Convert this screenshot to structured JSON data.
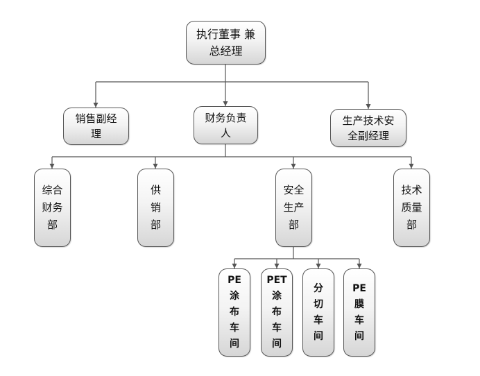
{
  "nodes": {
    "ceo": "执行董事 兼\n总经理",
    "sales_vp": "销售副经\n理",
    "finance_head": "财务负责\n人",
    "production_vp": "生产技术安\n全副经理",
    "general_finance_dept": "综合\n财务\n部",
    "supply_sales_dept": "供\n销\n部",
    "safety_production_dept": "安全\n生产\n部",
    "tech_quality_dept": "技术\n质量\n部",
    "pe_coating_workshop": "PE\n涂\n布\n车\n间",
    "pet_coating_workshop": "PET\n涂\n布\n车\n间",
    "slitting_workshop": "分\n切\n车\n间",
    "pe_film_workshop": "PE\n膜\n车\n间"
  },
  "colors": {
    "line": "#555555",
    "node_border": "#555555",
    "node_fill_top": "#ffffff",
    "node_fill_bottom": "#d6d6d6"
  }
}
